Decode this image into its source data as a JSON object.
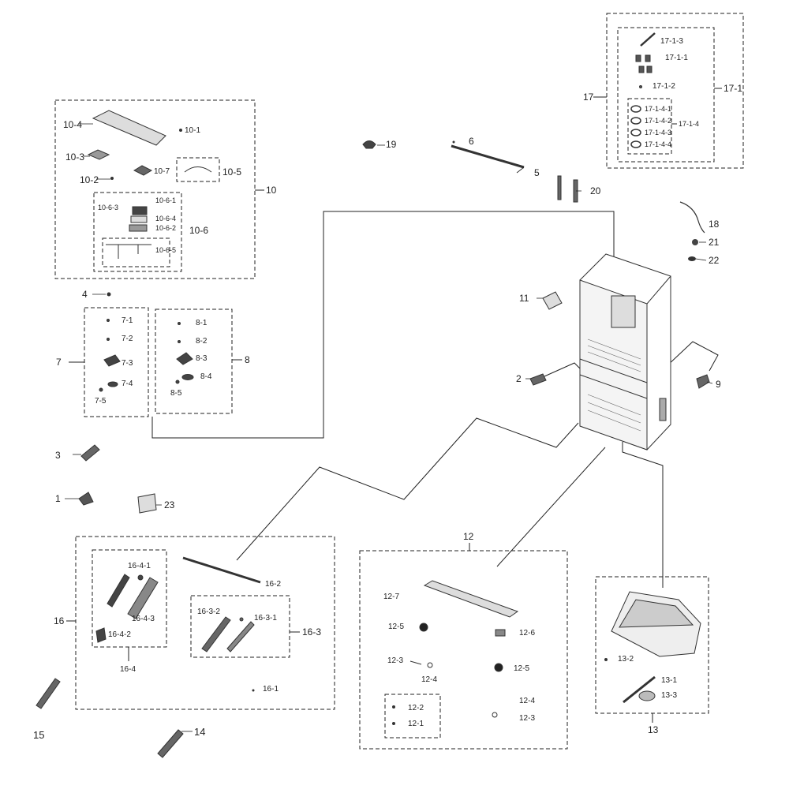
{
  "labels": {
    "l1": "1",
    "l2": "2",
    "l3": "3",
    "l4": "4",
    "l5": "5",
    "l6": "6",
    "l7": "7",
    "l7_1": "7-1",
    "l7_2": "7-2",
    "l7_3": "7-3",
    "l7_4": "7-4",
    "l7_5": "7-5",
    "l8": "8",
    "l8_1": "8-1",
    "l8_2": "8-2",
    "l8_3": "8-3",
    "l8_4": "8-4",
    "l8_5": "8-5",
    "l9": "9",
    "l10": "10",
    "l10_1": "10-1",
    "l10_2": "10-2",
    "l10_3": "10-3",
    "l10_4": "10-4",
    "l10_5": "10-5",
    "l10_6": "10-6",
    "l10_6_1": "10-6-1",
    "l10_6_2": "10-6-2",
    "l10_6_3": "10-6-3",
    "l10_6_4": "10-6-4",
    "l10_6_5": "10-6-5",
    "l10_7": "10-7",
    "l11": "11",
    "l12": "12",
    "l12_1": "12-1",
    "l12_2": "12-2",
    "l12_3a": "12-3",
    "l12_3b": "12-3",
    "l12_4a": "12-4",
    "l12_4b": "12-4",
    "l12_5a": "12-5",
    "l12_5b": "12-5",
    "l12_6": "12-6",
    "l12_7": "12-7",
    "l13": "13",
    "l13_1": "13-1",
    "l13_2": "13-2",
    "l13_3": "13-3",
    "l14": "14",
    "l15": "15",
    "l16": "16",
    "l16_1": "16-1",
    "l16_2": "16-2",
    "l16_3": "16-3",
    "l16_3_1": "16-3-1",
    "l16_3_2": "16-3-2",
    "l16_4": "16-4",
    "l16_4_1": "16-4-1",
    "l16_4_2": "16-4-2",
    "l16_4_3": "16-4-3",
    "l17": "17",
    "l17_1": "17-1",
    "l17_1_1": "17-1-1",
    "l17_1_2": "17-1-2",
    "l17_1_3": "17-1-3",
    "l17_1_4": "17-1-4",
    "l17_1_4_1": "17-1-4-1",
    "l17_1_4_2": "17-1-4-2",
    "l17_1_4_3": "17-1-4-3",
    "l17_1_4_4": "17-1-4-4",
    "l18": "18",
    "l19": "19",
    "l20": "20",
    "l21": "21",
    "l22": "22",
    "l23": "23"
  },
  "colors": {
    "line": "#222222",
    "part_dark": "#333333",
    "part_mid": "#777777",
    "part_light": "#cccccc"
  }
}
